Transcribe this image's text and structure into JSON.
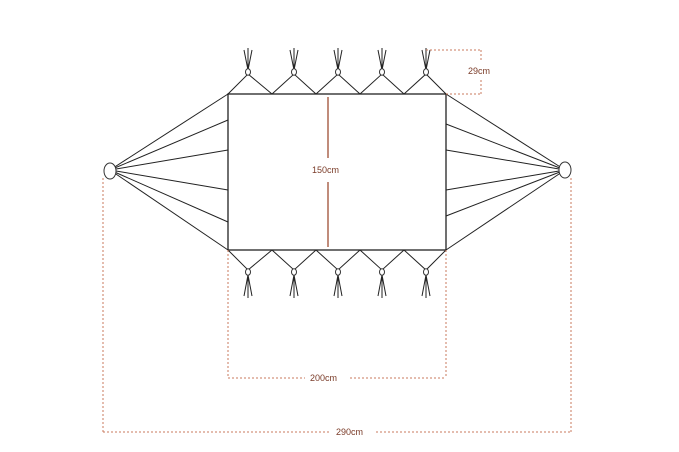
{
  "dimensions": {
    "loop_height": "29cm",
    "bed_width": "150cm",
    "bed_length": "200cm",
    "total_length": "290cm"
  },
  "colors": {
    "line": "#222222",
    "dimension": "#c87a5c",
    "label": "#7a3b28"
  }
}
